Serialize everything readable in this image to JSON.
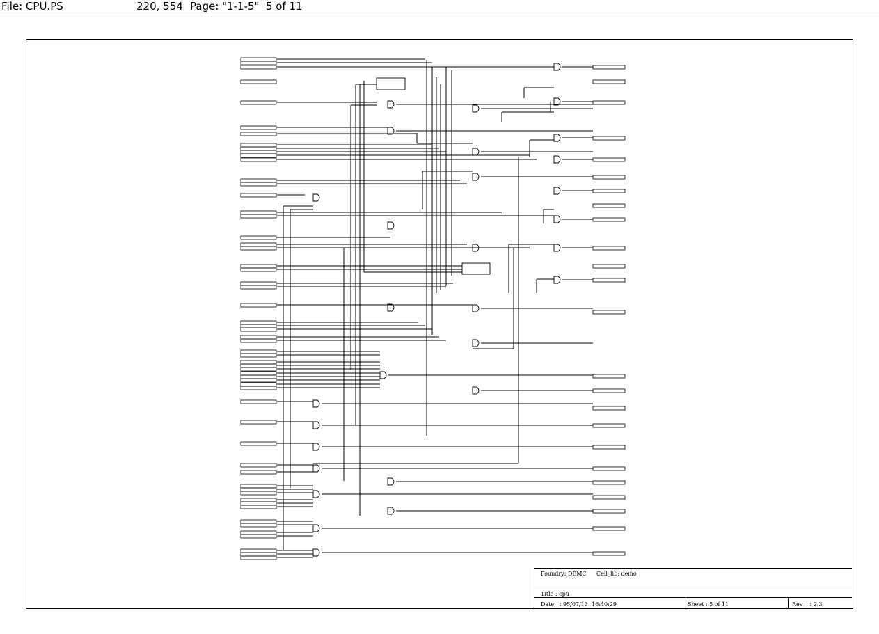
{
  "viewer": {
    "file_label": "File: CPU.PS",
    "coords": "220, 554",
    "page_info": "Page: \"1-1-5\"  5 of 11"
  },
  "title_block": {
    "foundry": "Foundry: DEMC",
    "cell_lib": "Cell_lib: demo",
    "title": "Title : cpu",
    "date": "Date   : 95/07/13  16:40:29",
    "sheet": "Sheet : 5 of 11",
    "rev": "Rev    : 2.3"
  },
  "colors": {
    "line": "#000000",
    "background": "#ffffff"
  }
}
